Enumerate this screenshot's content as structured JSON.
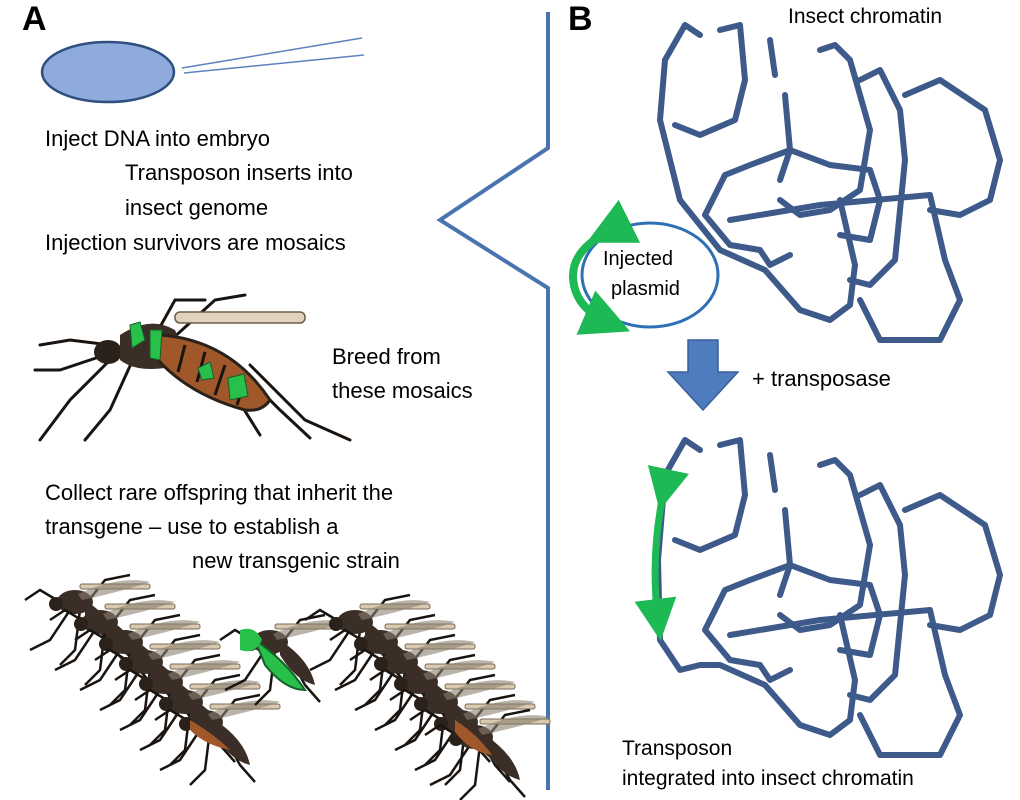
{
  "panel_a": {
    "letter": "A",
    "step1": "Inject DNA into embryo",
    "step1b_line1": "Transposon inserts into",
    "step1b_line2": "insect genome",
    "step1c": "Injection survivors are mosaics",
    "step2_line1": "Breed from",
    "step2_line2": "these mosaics",
    "step3_line1": "Collect rare offspring that inherit the",
    "step3_line2": "transgene – use to establish a",
    "step3_line3": "new transgenic strain"
  },
  "panel_b": {
    "letter": "B",
    "chromatin_label": "Insect chromatin",
    "plasmid_line1": "Injected",
    "plasmid_line2": "plasmid",
    "transposase_label": "+ transposase",
    "result_line1": "Transposon",
    "result_line2": "integrated into insect chromatin"
  },
  "colors": {
    "chromatin": "#3d5a8a",
    "divider": "#4a74b0",
    "transposon": "#1db954",
    "embryo_fill": "#8faadc",
    "arrow_fill": "#4f7cbf",
    "mosquito_body": "#3a2e26",
    "mosquito_abdomen": "#a0582a",
    "mosaic_patch": "#28c04a"
  }
}
